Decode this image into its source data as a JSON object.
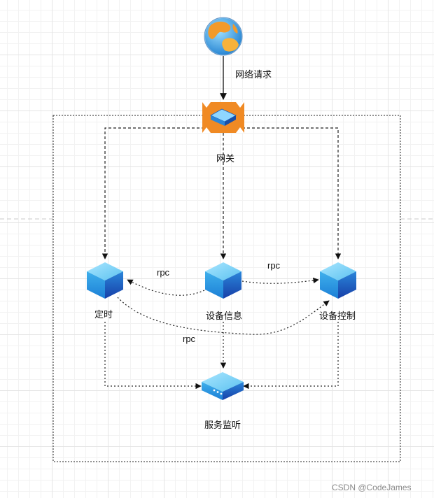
{
  "diagram": {
    "nodes": {
      "client": {
        "icon": "globe-icon"
      },
      "gateway": {
        "label": "网关",
        "icon": "router-icon"
      },
      "timer": {
        "label": "定时",
        "icon": "cube-icon"
      },
      "device_info": {
        "label": "设备信息",
        "icon": "cube-icon"
      },
      "device_control": {
        "label": "设备控制",
        "icon": "cube-icon"
      },
      "service_monitor": {
        "label": "服务监听",
        "icon": "server-icon"
      }
    },
    "edge_labels": {
      "request": "网络请求",
      "rpc_to_timer": "rpc",
      "rpc_to_control": "rpc",
      "rpc_timer_control": "rpc"
    }
  },
  "watermark": "CSDN @CodeJames",
  "colors": {
    "cube_top": "#7fd3f5",
    "cube_left": "#2f9be0",
    "cube_right": "#1f6fc6",
    "gateway_orange": "#f08a24",
    "line": "#222222"
  }
}
